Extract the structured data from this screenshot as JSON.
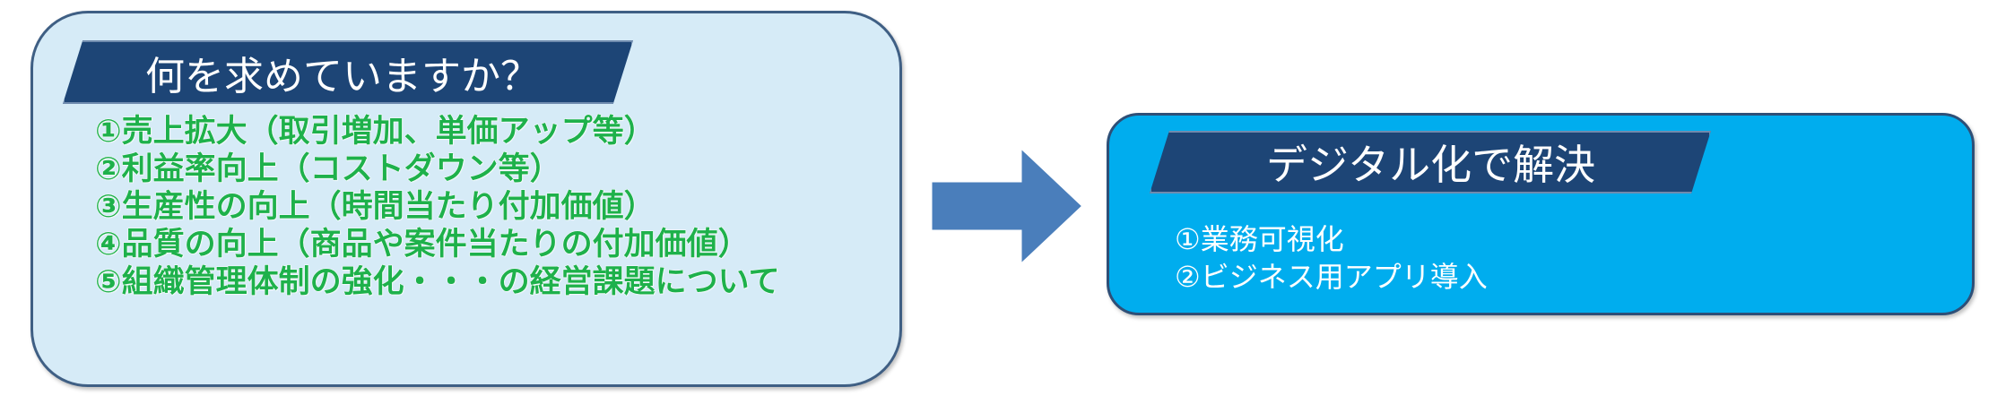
{
  "left_panel": {
    "title": "何を求めていますか？",
    "items": [
      "①売上拡大（取引増加、単価アップ等）",
      "②利益率向上（コストダウン等）",
      "③生産性の向上（時間当たり付加価値）",
      "④品質の向上（商品や案件当たりの付加価値）",
      "⑤組織管理体制の強化・・・の経営課題について"
    ]
  },
  "right_panel": {
    "title": "デジタル化で解決",
    "items": [
      "①業務可視化",
      "②ビジネス用アプリ導入"
    ]
  },
  "colors": {
    "left_fill": "#d6ebf7",
    "right_fill": "#00adee",
    "banner_fill": "#1d4576",
    "item_green": "#1eb14b",
    "arrow_fill": "#4a7ebb"
  },
  "icons": {
    "connector": "right-arrow-icon"
  }
}
